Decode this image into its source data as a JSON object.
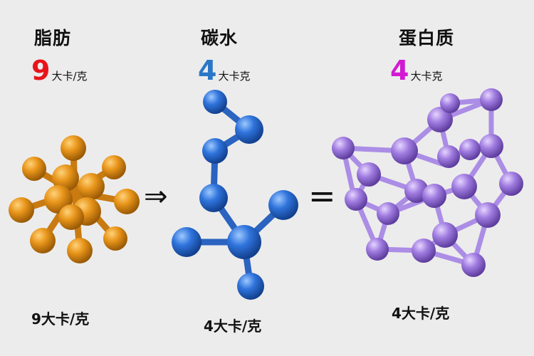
{
  "columns": {
    "fat": {
      "title": "脂肪",
      "number": "9",
      "unit": "大卡/克",
      "caption": "9大卡/克",
      "number_color": "#e8141c",
      "atom_color": "#e08a10"
    },
    "carb": {
      "title": "碳水",
      "number": "4",
      "unit": "大卡克",
      "caption": "4大卡/克",
      "number_color": "#2a77c6",
      "atom_color": "#2c6fd6"
    },
    "protein": {
      "title": "蛋白质",
      "number": "4",
      "unit": "大卡克",
      "caption": "4大卡/克",
      "number_color": "#d21ad2",
      "atom_color": "#9b6fdc"
    }
  },
  "symbols": {
    "arrow": "⇒",
    "equals": "="
  }
}
